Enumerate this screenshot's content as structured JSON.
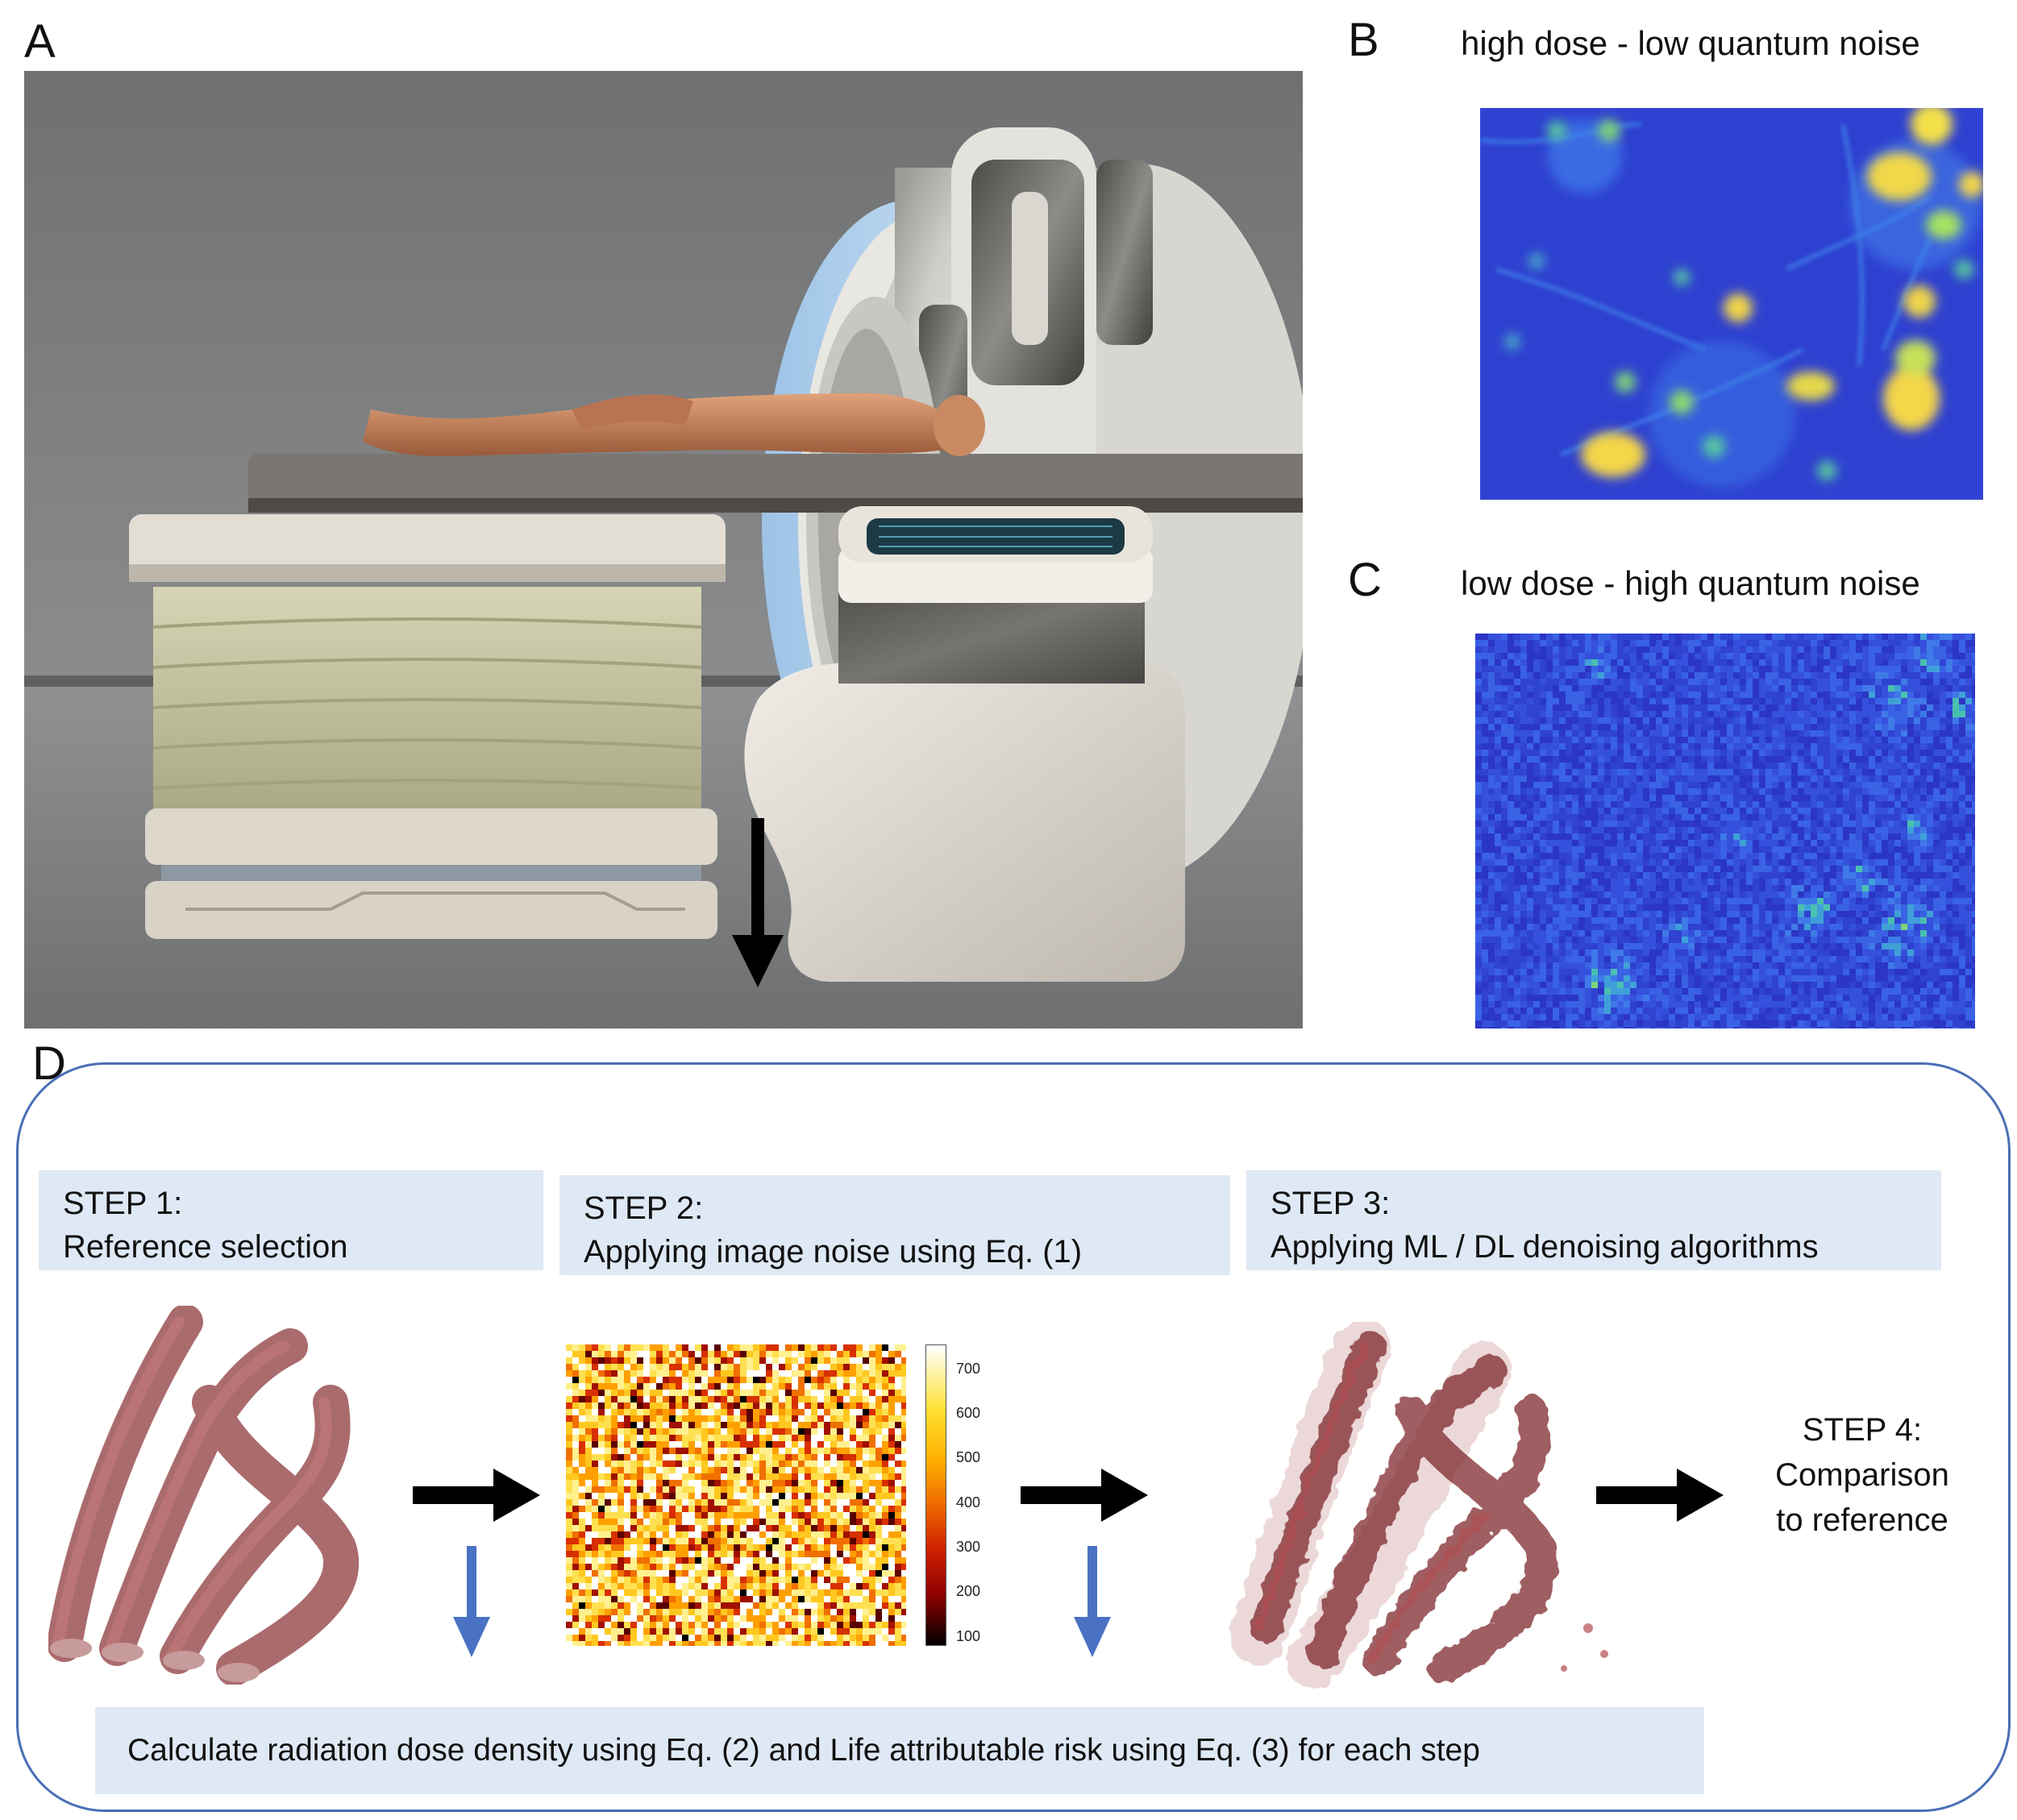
{
  "panels": {
    "a": {
      "label": "A"
    },
    "b": {
      "label": "B",
      "title": "high dose - low quantum noise"
    },
    "c": {
      "label": "C",
      "title": "low dose - high quantum noise"
    },
    "d": {
      "label": "D"
    }
  },
  "steps": [
    {
      "heading": "STEP 1:",
      "text": "Reference selection"
    },
    {
      "heading": "STEP 2:",
      "text": "Applying image noise using Eq. (1)"
    },
    {
      "heading": "STEP 3:",
      "text": "Applying ML / DL denoising algorithms"
    }
  ],
  "step4": {
    "heading": "STEP 4:",
    "line1": "Comparison",
    "line2": "to reference"
  },
  "colorbar": {
    "ticks": [
      "700",
      "600",
      "500",
      "400",
      "300",
      "200",
      "100"
    ]
  },
  "note": "Calculate radiation dose density using Eq. (2) and Life attributable risk using Eq. (3) for each step",
  "colors": {
    "box_fill": "#dfe9f5",
    "frame_stroke": "#4a6fb5",
    "down_arrow": "#4a72c4",
    "vessel": "#a84a4c"
  }
}
